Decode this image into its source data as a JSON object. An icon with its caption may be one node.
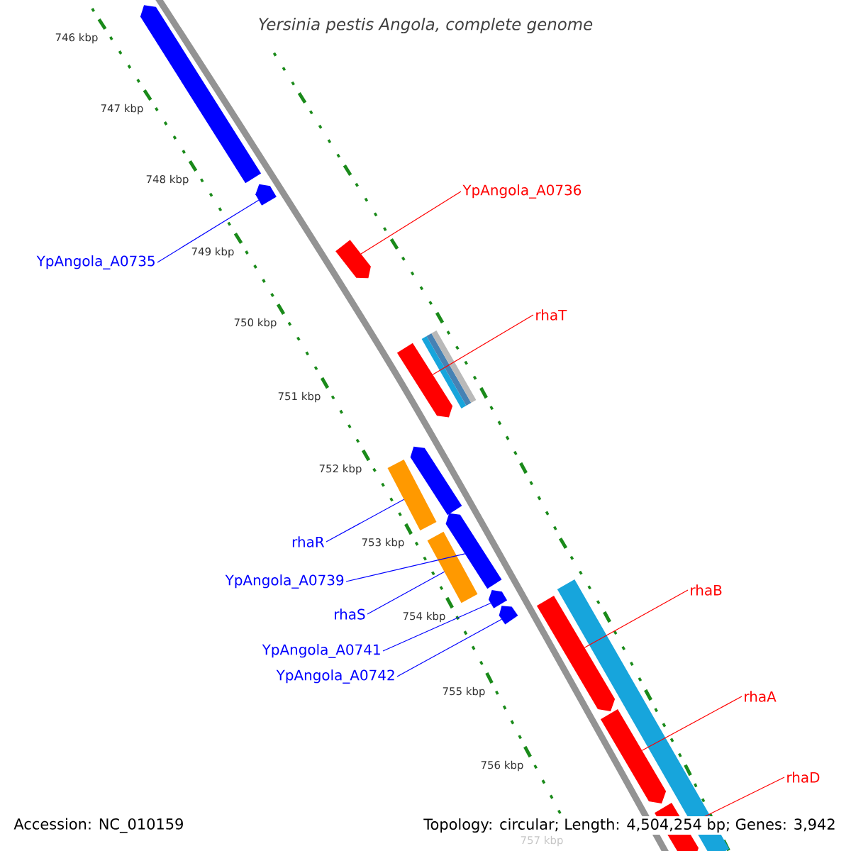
{
  "diagram": {
    "title": "Yersinia pestis Angola, complete genome",
    "nodes": [
      {
        "text": [],
        "shape": "bar"
      },
      {
        "text": [
          "YpAngola_A0736"
        ]
      },
      {
        "text": [],
        "shape": "bar"
      },
      {
        "text": [
          "YpAngola_A0735"
        ]
      },
      {
        "text": [],
        "shape": "bar"
      },
      {
        "text": [
          "rhaT"
        ]
      },
      {
        "text": [],
        "shape": "bar"
      },
      {
        "text": [],
        "shape": "bar"
      },
      {
        "text": [],
        "shape": "bar"
      },
      {
        "text": [
          "rhaR"
        ]
      },
      {
        "text": [],
        "shape": "bar"
      },
      {
        "text": [
          "YpAngola_A0739"
        ]
      },
      {
        "text": [],
        "shape": "bar"
      },
      {
        "text": [
          "rhaB"
        ]
      },
      {
        "text": [],
        "shape": "bar"
      },
      {
        "text": [],
        "shape": "bar"
      },
      {
        "text": [
          "rhaS"
        ]
      },
      {
        "text": [
          "YpAngola_A0741"
        ]
      },
      {
        "text": [],
        "shape": "bar"
      },
      {
        "text": [
          "YpAngola_A0742"
        ]
      },
      {
        "text": [
          "rhaA"
        ]
      },
      {
        "text": [],
        "shape": "bar"
      },
      {
        "text": [
          "rhaD"
        ]
      },
      {
        "text": [],
        "shape": "bar"
      }
    ],
    "edges": [
      {
        "from": 1,
        "to": 4,
        "arrow": "none",
        "color": "#ff0000"
      },
      {
        "from": 3,
        "to": 2,
        "arrow": "none",
        "color": "#0000ff"
      },
      {
        "from": 5,
        "to": 6,
        "arrow": "none",
        "color": "#ff0000"
      },
      {
        "from": 9,
        "to": 7,
        "arrow": "none",
        "color": "#0000ff"
      },
      {
        "from": 11,
        "to": 10,
        "arrow": "none",
        "color": "#0000ff"
      },
      {
        "from": 16,
        "to": 12,
        "arrow": "none",
        "color": "#0000ff"
      },
      {
        "from": 17,
        "to": 14,
        "arrow": "none",
        "color": "#0000ff"
      },
      {
        "from": 19,
        "to": 15,
        "arrow": "none",
        "color": "#0000ff"
      },
      {
        "from": 13,
        "to": 18,
        "arrow": "none",
        "color": "#ff0000"
      },
      {
        "from": 20,
        "to": 21,
        "arrow": "none",
        "color": "#ff0000"
      },
      {
        "from": 22,
        "to": 23,
        "arrow": "none",
        "color": "#ff0000"
      }
    ],
    "labels": [
      "746 kbp",
      "747 kbp",
      "748 kbp",
      "749 kbp",
      "750 kbp",
      "751 kbp",
      "752 kbp",
      "753 kbp",
      "754 kbp",
      "755 kbp",
      "756 kbp",
      "757 kbp",
      "Accession: NC_010159",
      "Topology: circular; Length: 4,504,254 bp; Genes: 3,942"
    ]
  }
}
